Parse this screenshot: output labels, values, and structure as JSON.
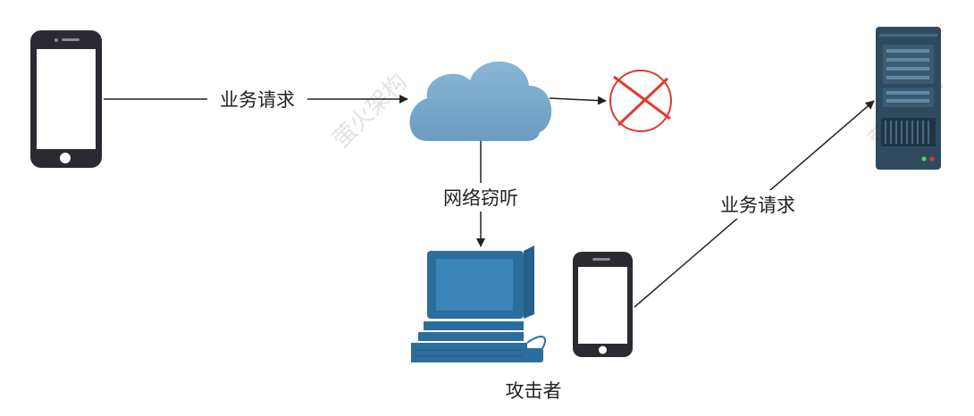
{
  "labels": {
    "request_left": "业务请求",
    "eavesdrop": "网络窃听",
    "request_right": "业务请求",
    "attacker": "攻击者"
  },
  "watermark": "萤火架构",
  "icons": {
    "client_phone": "smartphone-icon",
    "cloud": "cloud-network-icon",
    "blocked": "blocked-cross-icon",
    "server": "server-rack-icon",
    "attacker_computer": "desktop-computer-icon",
    "attacker_phone": "smartphone-icon"
  },
  "colors": {
    "phone_body": "#2a2a30",
    "cloud": "#7aa9cb",
    "blocked_cross": "#e03a2e",
    "server_body": "#2e4a5e",
    "computer": "#2b6e9c",
    "line": "#222222"
  }
}
